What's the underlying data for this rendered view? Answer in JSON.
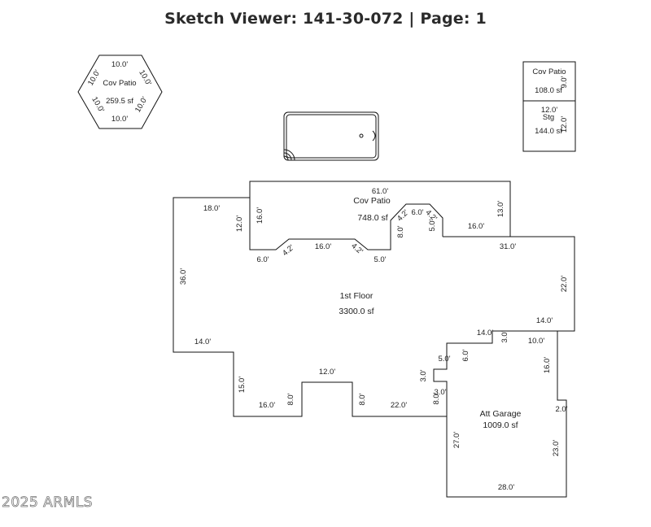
{
  "title": "Sketch Viewer: 141-30-072 | Page: 1",
  "copyright": "2025 ARMLS",
  "hex_patio": {
    "name": "Cov Patio",
    "area": "259.5 sf",
    "sides": [
      "10.0'",
      "10.0'",
      "10.0'",
      "10.0'",
      "10.0'",
      "10.0'"
    ]
  },
  "right_patio": {
    "name": "Cov Patio",
    "area": "108.0 sf",
    "side": "9.0'"
  },
  "storage": {
    "name": "Stg",
    "area": "144.0 sf",
    "top": "12.0'",
    "side": "12.0'"
  },
  "cov_patio_main": {
    "name": "Cov Patio",
    "area": "748.0 sf",
    "dims": {
      "top": "61.0'",
      "left": "16.0'",
      "right": "13.0'",
      "bottom_left": "6.0'",
      "diag_a": "4.2'",
      "middle": "16.0'",
      "diag_b": "4.2'",
      "bottom_mid": "5.0'",
      "bump_left": "8.0'",
      "bump_diag_a": "4.2'",
      "bump_top": "6.0'",
      "bump_diag_b": "4.2'",
      "bump_right": "5.0'",
      "bottom_right": "16.0'"
    }
  },
  "first_floor": {
    "name": "1st Floor",
    "area": "3300.0 sf",
    "dims": {
      "top_left": "18.0'",
      "left_upper": "12.0'",
      "left": "36.0'",
      "left_bottom": "14.0'",
      "notch_left": "15.0'",
      "bottom_a": "16.0'",
      "notch_a": "8.0'",
      "bottom_b": "12.0'",
      "notch_b": "8.0'",
      "bottom_c": "22.0'",
      "right_top": "31.0'",
      "right": "22.0'",
      "right_bottom": "14.0'",
      "step_a": "14.0'",
      "step_b": "3.0'",
      "step_c": "10.0'",
      "step_d": "6.0'",
      "step_e": "5.0'",
      "step_f": "3.0'",
      "step_g": "8.0'",
      "step_h": "3.0'"
    }
  },
  "garage": {
    "name": "Att Garage",
    "area": "1009.0 sf",
    "dims": {
      "right_upper": "16.0'",
      "jog": "2.0'",
      "right": "23.0'",
      "left": "27.0'",
      "bottom": "28.0'"
    }
  }
}
